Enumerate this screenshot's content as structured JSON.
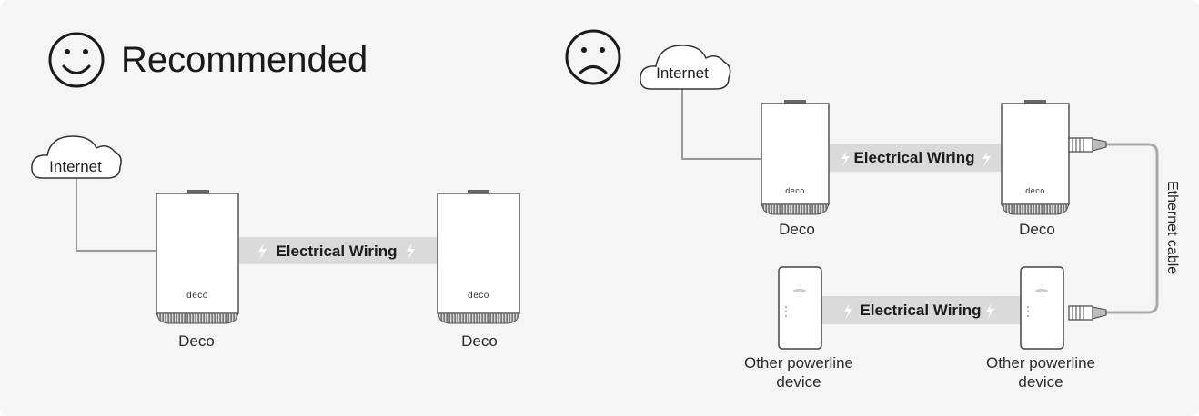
{
  "headings": {
    "recommended": "Recommended"
  },
  "left": {
    "internet_label": "Internet",
    "wiring_label": "Electrical Wiring",
    "deco_a_label": "Deco",
    "deco_b_label": "Deco",
    "brand": "deco"
  },
  "right": {
    "internet_label": "Internet",
    "top_wiring_label": "Electrical Wiring",
    "deco_a_label": "Deco",
    "deco_b_label": "Deco",
    "brand": "deco",
    "bottom_wiring_label": "Electrical Wiring",
    "powerline_a_label": "Other powerline device",
    "powerline_b_label": "Other powerline device",
    "cable_label": "Ethernet cable"
  },
  "colors": {
    "panel": "#f4f5f4",
    "wire_band": "#d9dad9",
    "line": "#999999",
    "outline": "#555555"
  },
  "icons": [
    "smile-icon",
    "frown-icon",
    "cloud-icon",
    "lightning-icon",
    "ethernet-plug-icon"
  ]
}
